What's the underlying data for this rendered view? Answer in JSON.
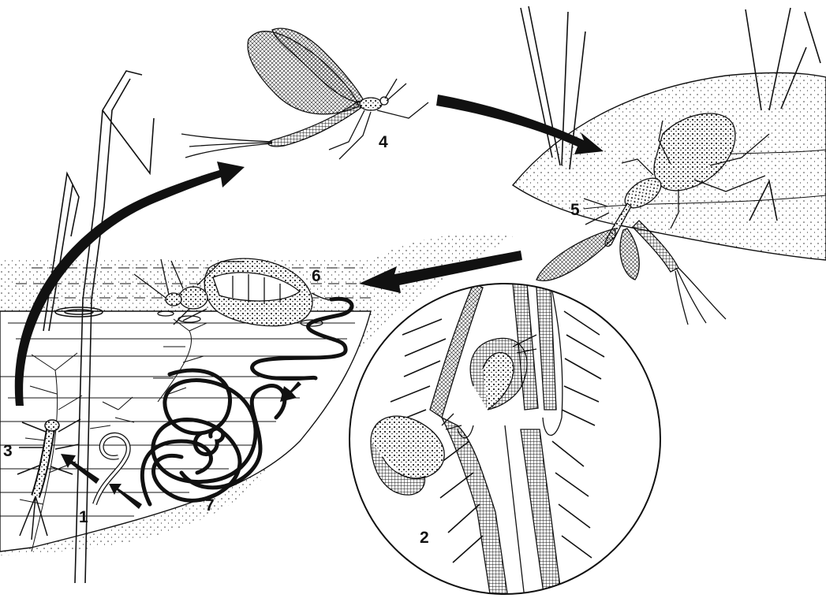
{
  "figure": {
    "description_type": "life-cycle illustration",
    "colors": {
      "ink": "#111111",
      "background": "#ffffff",
      "stipple": "#333333"
    }
  },
  "stages": [
    {
      "id": "1",
      "label": "1"
    },
    {
      "id": "2",
      "label": "2"
    },
    {
      "id": "3",
      "label": "3"
    },
    {
      "id": "4",
      "label": "4"
    },
    {
      "id": "5",
      "label": "5"
    },
    {
      "id": "6",
      "label": "6"
    },
    {
      "id": "7",
      "label": "7"
    }
  ]
}
